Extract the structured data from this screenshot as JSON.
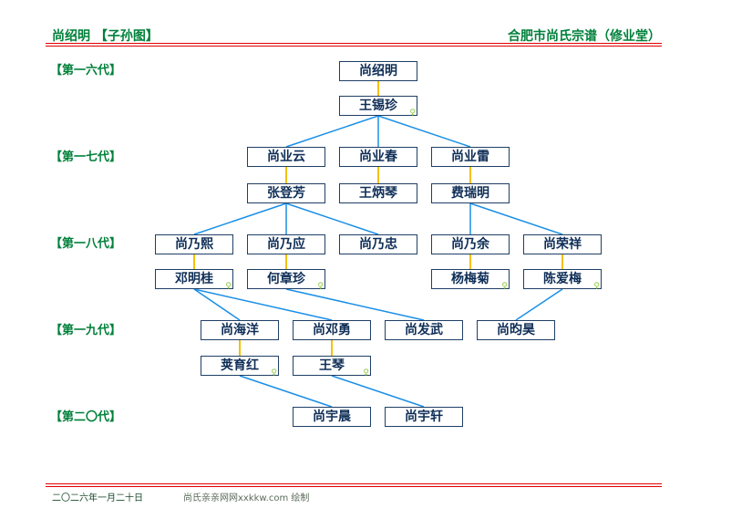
{
  "header": {
    "title": "尚绍明 【子孙图】",
    "right_title": "合肥市尚氏宗谱（修业堂）"
  },
  "generations": [
    "【第一六代】",
    "【第一七代】",
    "【第一八代】",
    "【第一九代】",
    "【第二〇代】"
  ],
  "female_symbol": "♀",
  "people": {
    "p1": "尚绍明",
    "s1": "王锡珍",
    "p2": "尚业云",
    "s2": "张登芳",
    "p3": "尚业春",
    "s3": "王炳琴",
    "p4": "尚业雷",
    "s4": "费瑞明",
    "p5": "尚乃熙",
    "s5": "邓明桂",
    "p6": "尚乃应",
    "s6": "何章珍",
    "p7": "尚乃忠",
    "p8": "尚乃余",
    "s8": "杨梅菊",
    "p9": "尚荣祥",
    "s9": "陈爱梅",
    "p10": "尚海洋",
    "s10": "荚育红",
    "p11": "尚邓勇",
    "s11": "王琴",
    "p12": "尚发武",
    "p13": "尚昀昊",
    "p14": "尚宇晨",
    "p15": "尚宇轩"
  },
  "footer": {
    "date": "二〇二六年一月二十日",
    "credit": "尚氏亲亲网网xxkkw.com 绘制"
  },
  "colors": {
    "green": "#00803a",
    "red": "#e00000",
    "blue_line": "#1a8fe6",
    "gold_line": "#f5c000",
    "box_border": "#1f3f66"
  }
}
